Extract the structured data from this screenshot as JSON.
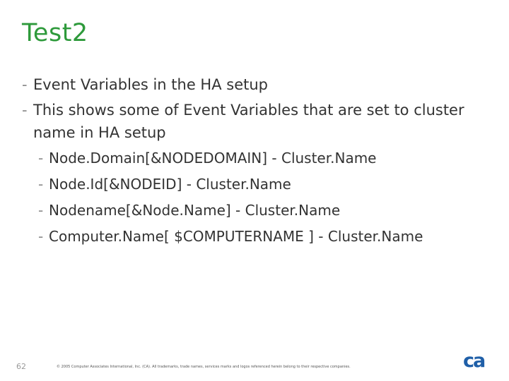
{
  "slide": {
    "title": "Test2",
    "bullets": [
      {
        "level": 1,
        "text": "Event Variables in the HA setup"
      },
      {
        "level": 1,
        "text": "This shows some of Event Variables that are set to cluster name in HA setup"
      },
      {
        "level": 2,
        "text": "Node.Domain[&NODEDOMAIN]  - Cluster.Name"
      },
      {
        "level": 2,
        "text": "Node.Id[&NODEID] - Cluster.Name"
      },
      {
        "level": 2,
        "text": "Nodename[&Node.Name] - Cluster.Name"
      },
      {
        "level": 2,
        "text": "Computer.Name[ $COMPUTERNAME ] - Cluster.Name"
      }
    ],
    "bullet_marker": "-"
  },
  "footer": {
    "page_number": "62",
    "copyright": "© 2005 Computer Associates International, Inc. (CA). All trademarks, trade names, services marks and logos referenced herein belong to their respective companies.",
    "logo_text": "ca",
    "logo_color": "#1f5fa8"
  },
  "colors": {
    "title": "#2e9a3b",
    "body_text": "#333333",
    "bullet_marker": "#8a8a8a"
  }
}
